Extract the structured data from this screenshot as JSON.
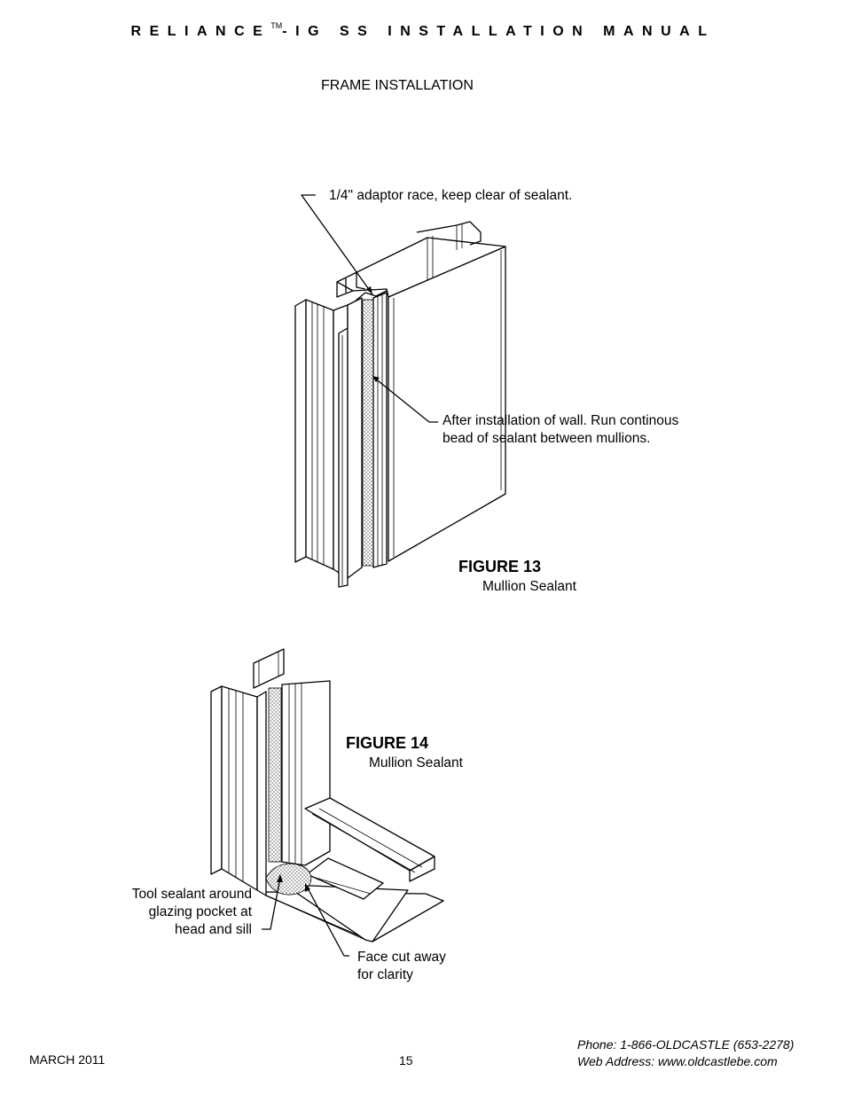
{
  "header": {
    "title_main": "RELIANCE",
    "title_tm": "TM",
    "title_rest": "-IG SS INSTALLATION MANUAL"
  },
  "section_title": "FRAME INSTALLATION",
  "figure13": {
    "callout_top": "1/4\" adaptor race, keep clear of sealant.",
    "callout_right_line1": "After installation of wall. Run continous",
    "callout_right_line2": "bead of sealant between mullions.",
    "title": "FIGURE 13",
    "subtitle": "Mullion Sealant"
  },
  "figure14": {
    "title": "FIGURE 14",
    "subtitle": "Mullion Sealant",
    "callout_left_line1": "Tool sealant around",
    "callout_left_line2": "glazing pocket at",
    "callout_left_line3": "head and sill",
    "callout_bottom_line1": "Face cut away",
    "callout_bottom_line2": "for clarity"
  },
  "footer": {
    "date": "MARCH 2011",
    "page_number": "15",
    "phone": "Phone: 1-866-OLDCASTLE (653-2278)",
    "web": "Web Address: www.oldcastlebe.com"
  }
}
